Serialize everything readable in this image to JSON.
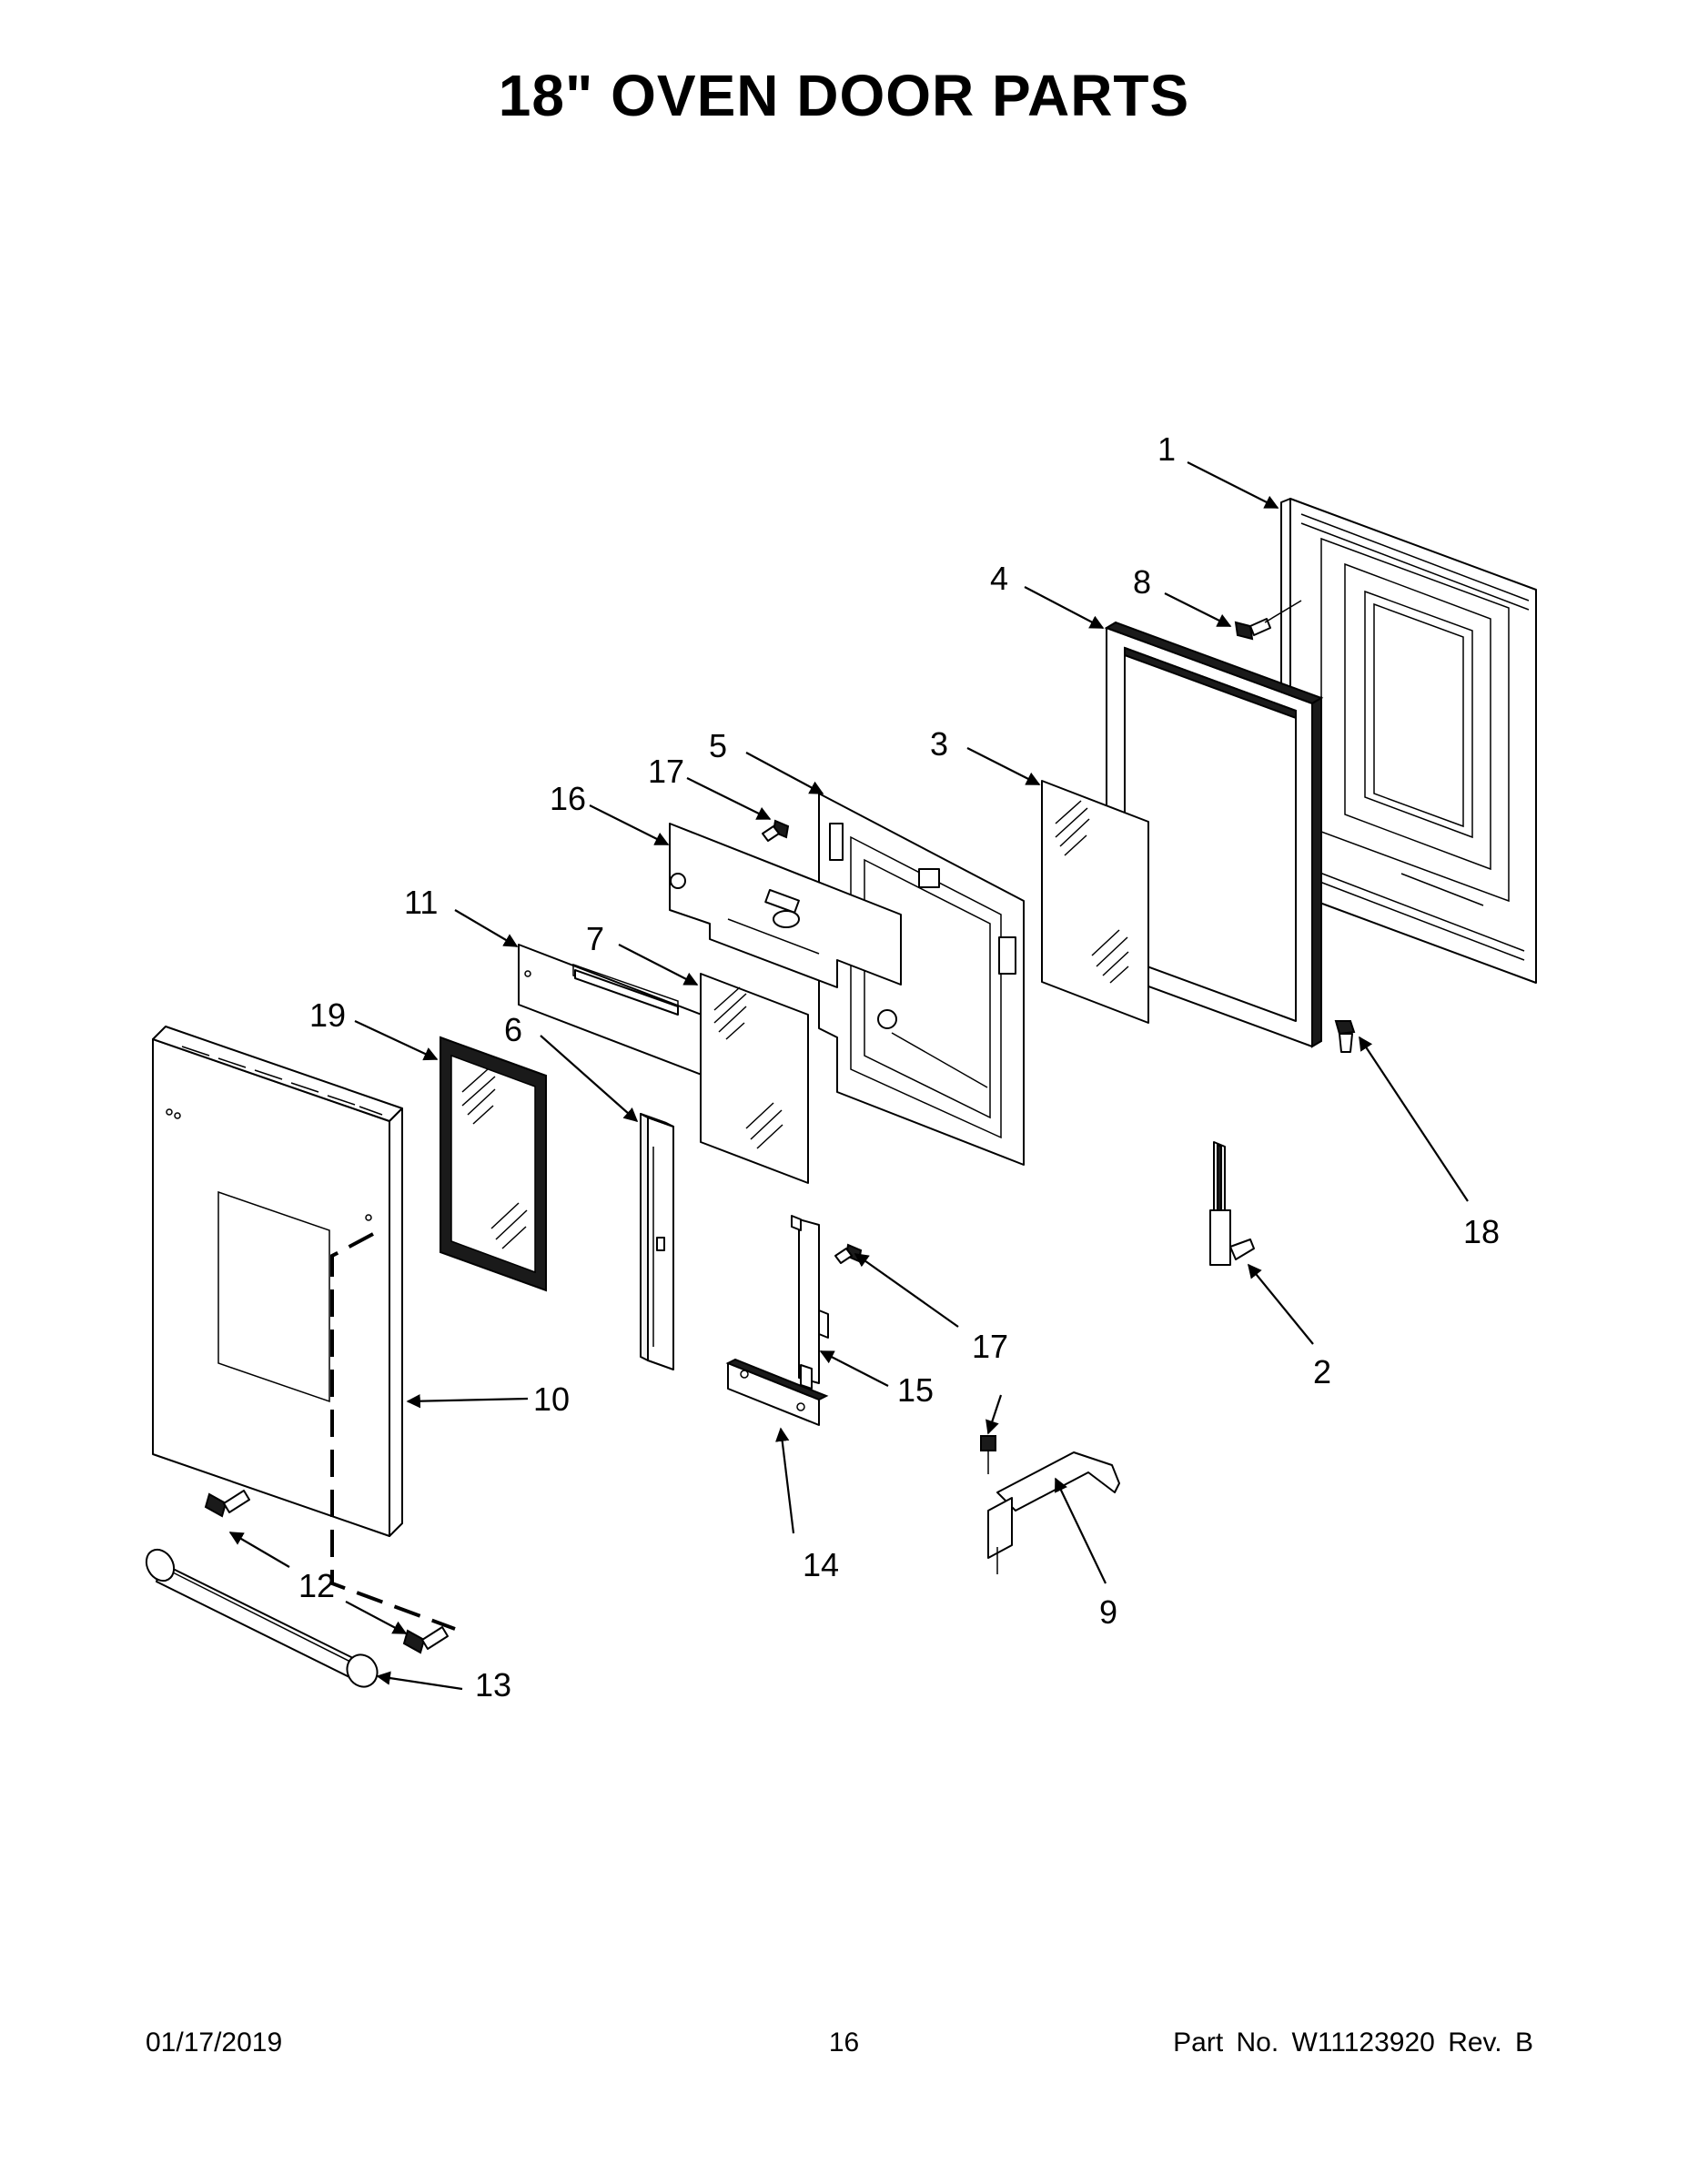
{
  "title": "18\" OVEN DOOR PARTS",
  "footer": {
    "date": "01/17/2019",
    "page": "16",
    "part_number": "Part No.  W11123920  Rev.  B"
  },
  "callouts": {
    "c1": "1",
    "c2": "2",
    "c3": "3",
    "c4": "4",
    "c5": "5",
    "c6": "6",
    "c7": "7",
    "c8": "8",
    "c9": "9",
    "c10": "10",
    "c11": "11",
    "c12": "12",
    "c13": "13",
    "c14": "14",
    "c15": "15",
    "c16": "16",
    "c17a": "17",
    "c17b": "17",
    "c18": "18",
    "c19": "19"
  }
}
